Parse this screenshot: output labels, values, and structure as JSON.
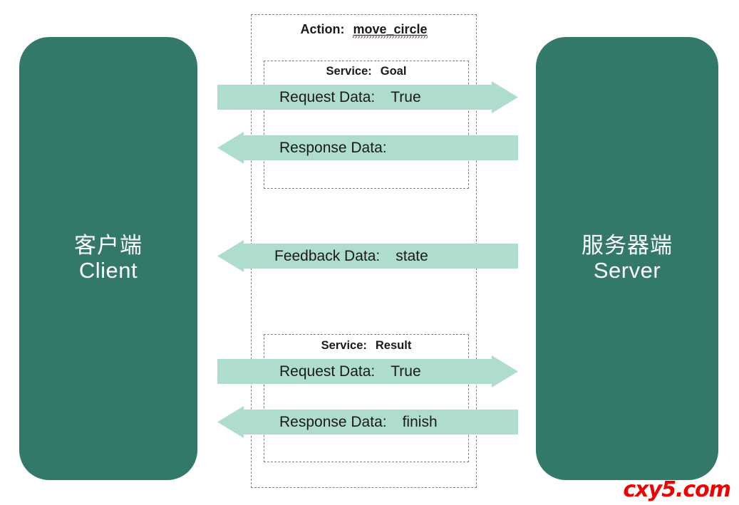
{
  "diagram": {
    "title_label": "Action:",
    "title_value": "move_circle",
    "colors": {
      "endpoint_fill": "#33796A",
      "arrow_fill": "#AEDDD0",
      "dashed_border": "#808080",
      "watermark": "#F00000"
    }
  },
  "client": {
    "name_cn": "客户端",
    "name_en": "Client"
  },
  "server": {
    "name_cn": "服务器端",
    "name_en": "Server"
  },
  "goal": {
    "service_label": "Service:",
    "service_value": "Goal",
    "request_label": "Request Data:",
    "request_value": "True",
    "response_label": "Response Data:",
    "response_value": ""
  },
  "feedback": {
    "label": "Feedback Data:",
    "value": "state"
  },
  "result": {
    "service_label": "Service:",
    "service_value": "Result",
    "request_label": "Request Data:",
    "request_value": "True",
    "response_label": "Response Data:",
    "response_value": "finish"
  },
  "watermark": {
    "text": "cxy5.com"
  }
}
